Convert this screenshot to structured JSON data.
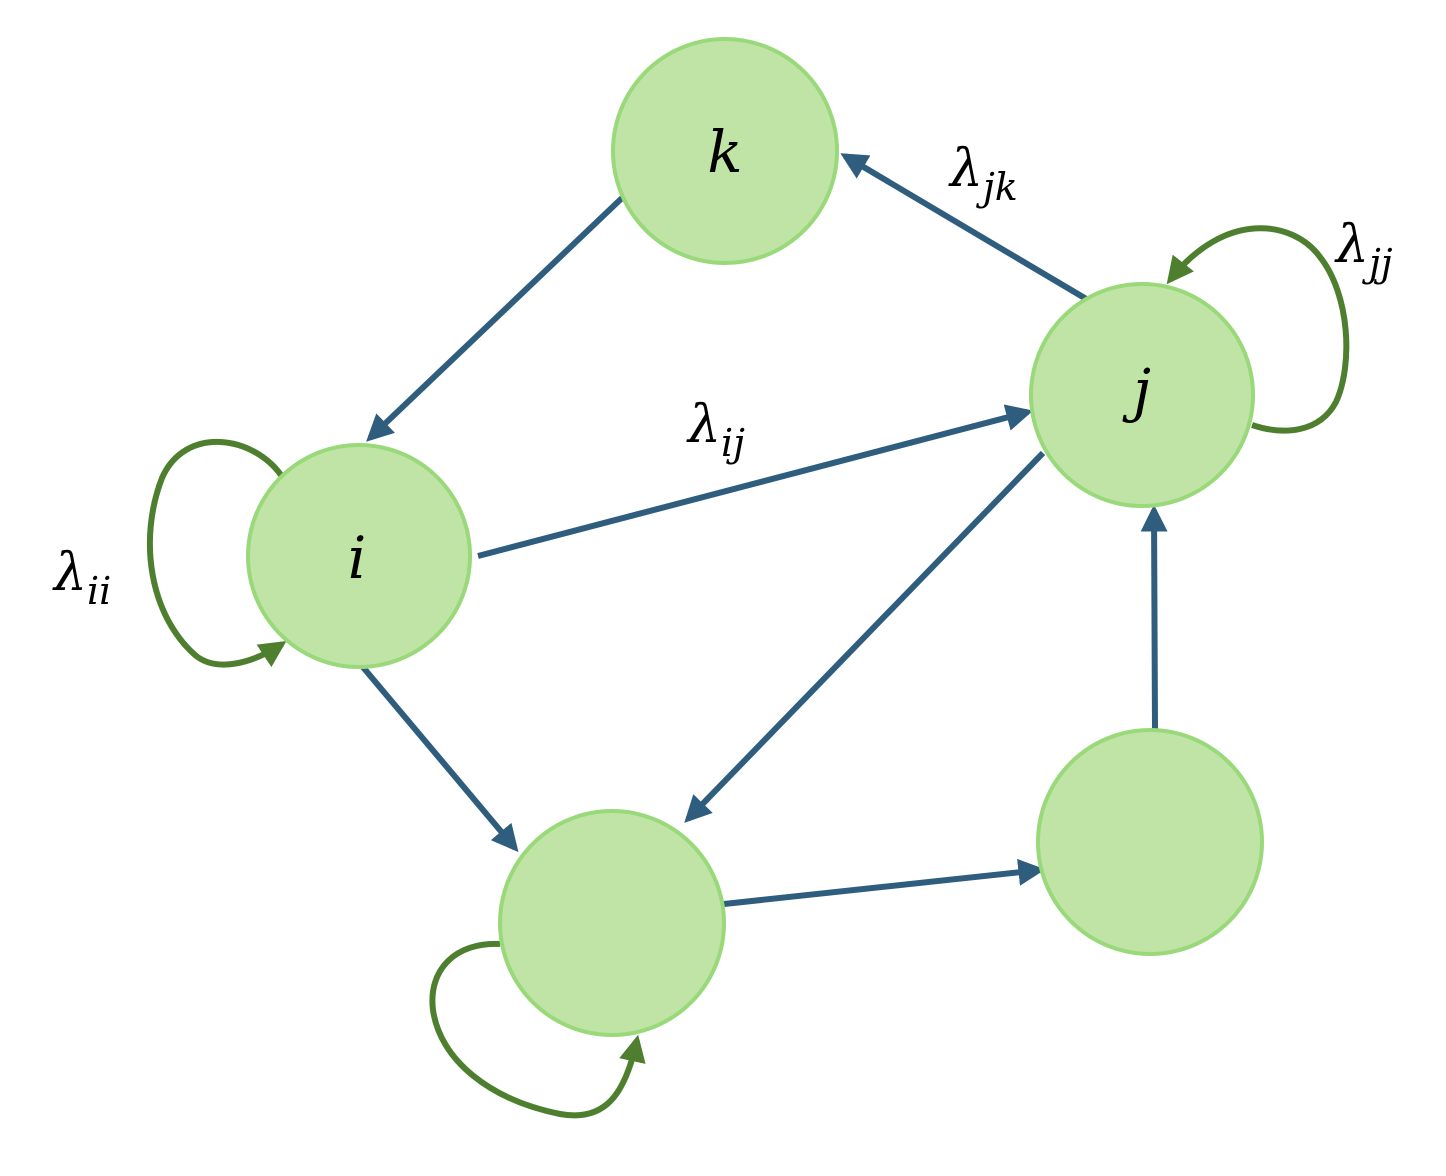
{
  "nodes": {
    "k": {
      "label": "k"
    },
    "i": {
      "label": "i"
    },
    "j": {
      "label": "j"
    },
    "bottom": {
      "label": ""
    },
    "right": {
      "label": ""
    }
  },
  "edge_labels": {
    "jk": {
      "symbol": "λ",
      "sub": "jk"
    },
    "jj": {
      "symbol": "λ",
      "sub": "jj"
    },
    "ij": {
      "symbol": "λ",
      "sub": "ij"
    },
    "ii": {
      "symbol": "λ",
      "sub": "ii"
    }
  },
  "colors": {
    "node_fill": "#c0e4a6",
    "node_stroke": "#99d97a",
    "edge": "#2f5d7e",
    "self_loop": "#4e7f2f"
  }
}
